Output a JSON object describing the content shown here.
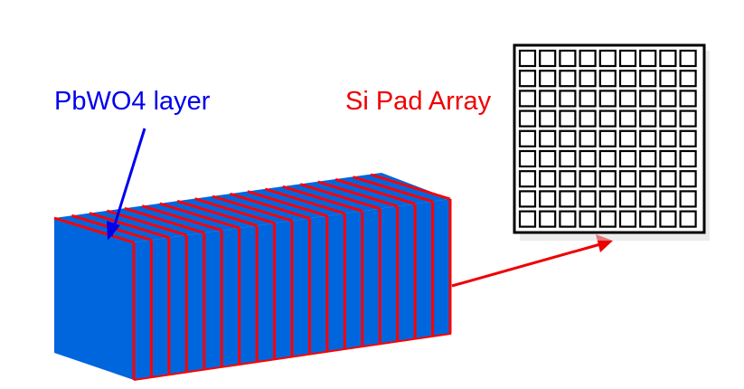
{
  "labels": {
    "layer": "PbWO4 layer",
    "pad_array": "Si Pad Array"
  },
  "colors": {
    "crystal": "#0066dd",
    "si_layer": "#ff0000",
    "layer_label": "#0000ee",
    "pad_label": "#ee0000",
    "pad_stroke": "#000000"
  },
  "pad_array": {
    "rows": 9,
    "cols": 9
  },
  "stack": {
    "layer_count": 18
  }
}
